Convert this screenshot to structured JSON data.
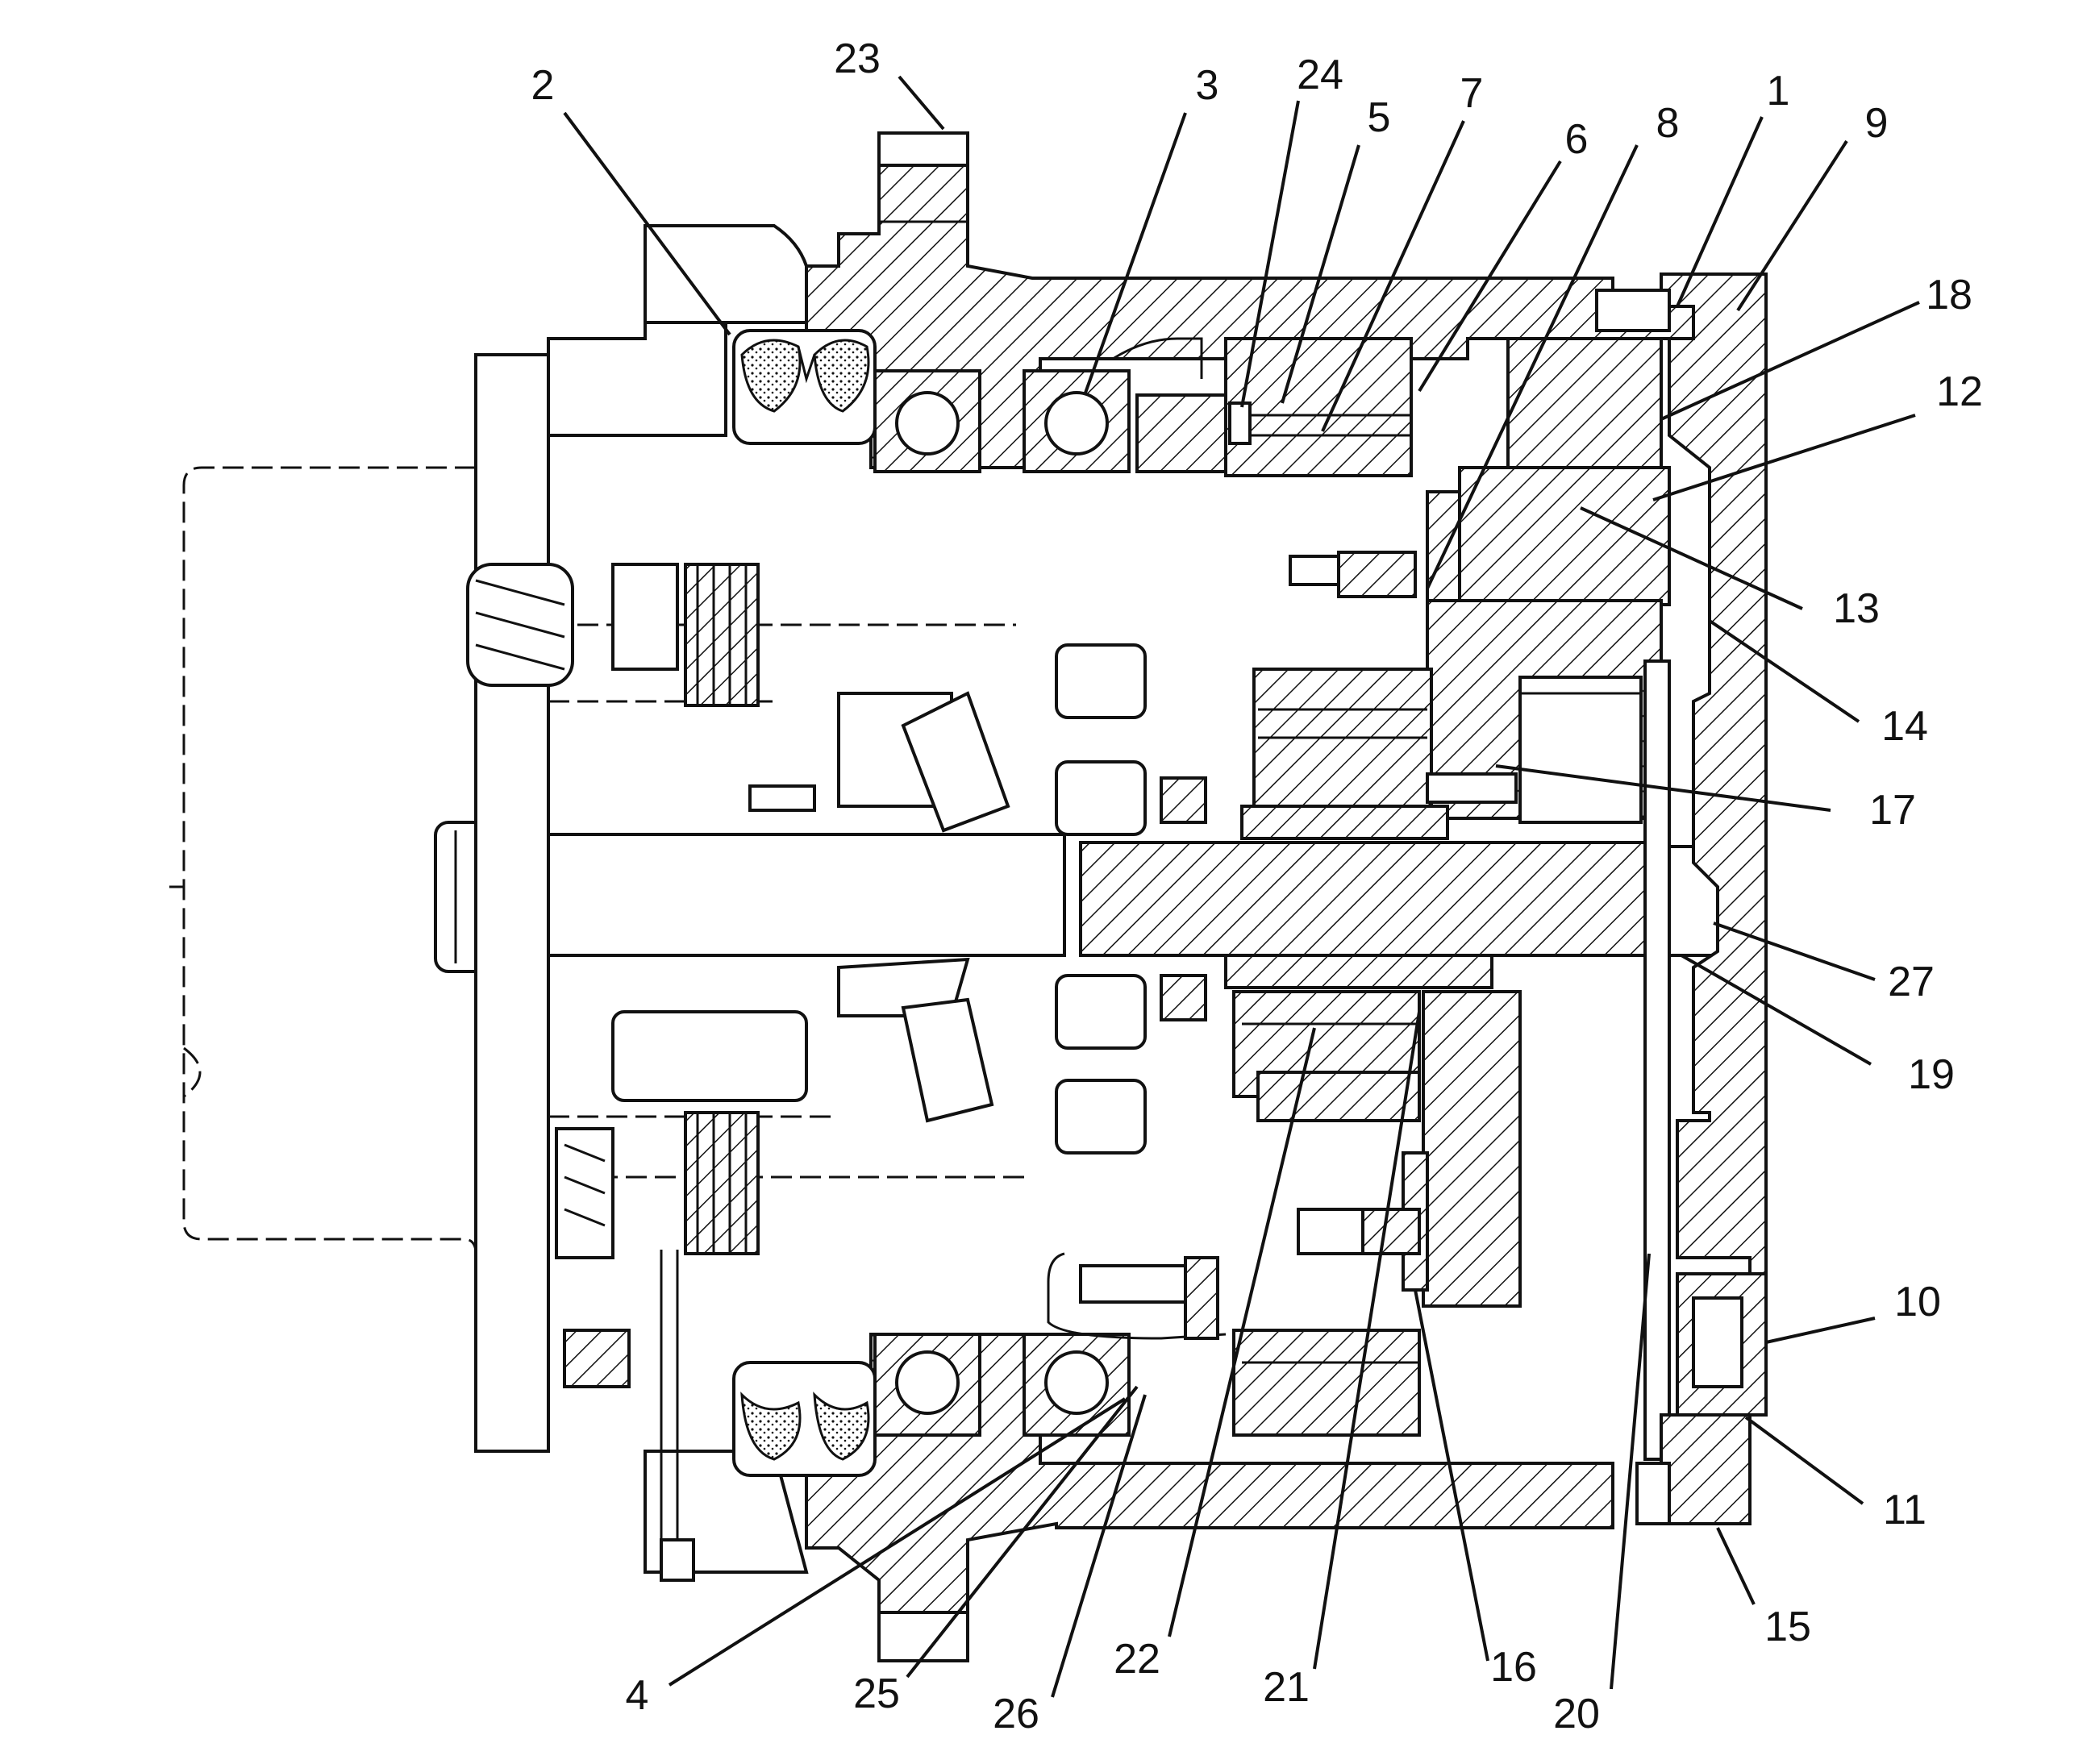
{
  "callouts": [
    {
      "id": "1",
      "text": "1"
    },
    {
      "id": "2",
      "text": "2"
    },
    {
      "id": "3",
      "text": "3"
    },
    {
      "id": "4",
      "text": "4"
    },
    {
      "id": "5",
      "text": "5"
    },
    {
      "id": "6",
      "text": "6"
    },
    {
      "id": "7",
      "text": "7"
    },
    {
      "id": "8",
      "text": "8"
    },
    {
      "id": "9",
      "text": "9"
    },
    {
      "id": "10",
      "text": "10"
    },
    {
      "id": "11",
      "text": "11"
    },
    {
      "id": "12",
      "text": "12"
    },
    {
      "id": "13",
      "text": "13"
    },
    {
      "id": "14",
      "text": "14"
    },
    {
      "id": "15",
      "text": "15"
    },
    {
      "id": "16",
      "text": "16"
    },
    {
      "id": "17",
      "text": "17"
    },
    {
      "id": "18",
      "text": "18"
    },
    {
      "id": "19",
      "text": "19"
    },
    {
      "id": "20",
      "text": "20"
    },
    {
      "id": "21",
      "text": "21"
    },
    {
      "id": "22",
      "text": "22"
    },
    {
      "id": "23",
      "text": "23"
    },
    {
      "id": "24",
      "text": "24"
    },
    {
      "id": "25",
      "text": "25"
    },
    {
      "id": "26",
      "text": "26"
    },
    {
      "id": "27",
      "text": "27"
    }
  ],
  "colors": {
    "ink": "#111111",
    "background": "#ffffff"
  }
}
